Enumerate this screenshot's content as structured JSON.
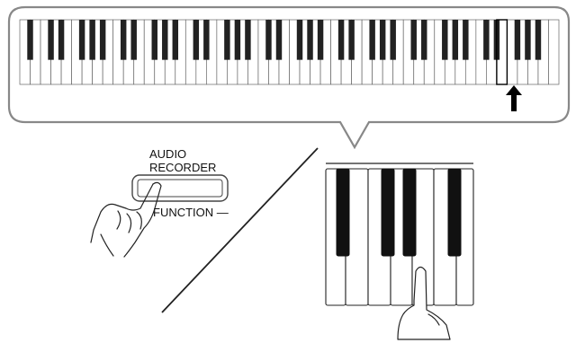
{
  "button": {
    "label_line1": "AUDIO",
    "label_line2": "RECORDER",
    "function_label": "FUNCTION —"
  },
  "keyboard": {
    "white_keys": 52,
    "highlighted_white_key": 46
  },
  "zoom": {
    "pressed_white_key": 4
  },
  "icons": [
    "up-arrow-icon",
    "finger-press-icon",
    "hand-icon"
  ],
  "colors": {
    "outline": "#555555",
    "key_black": "#111111",
    "key_white": "#ffffff"
  }
}
